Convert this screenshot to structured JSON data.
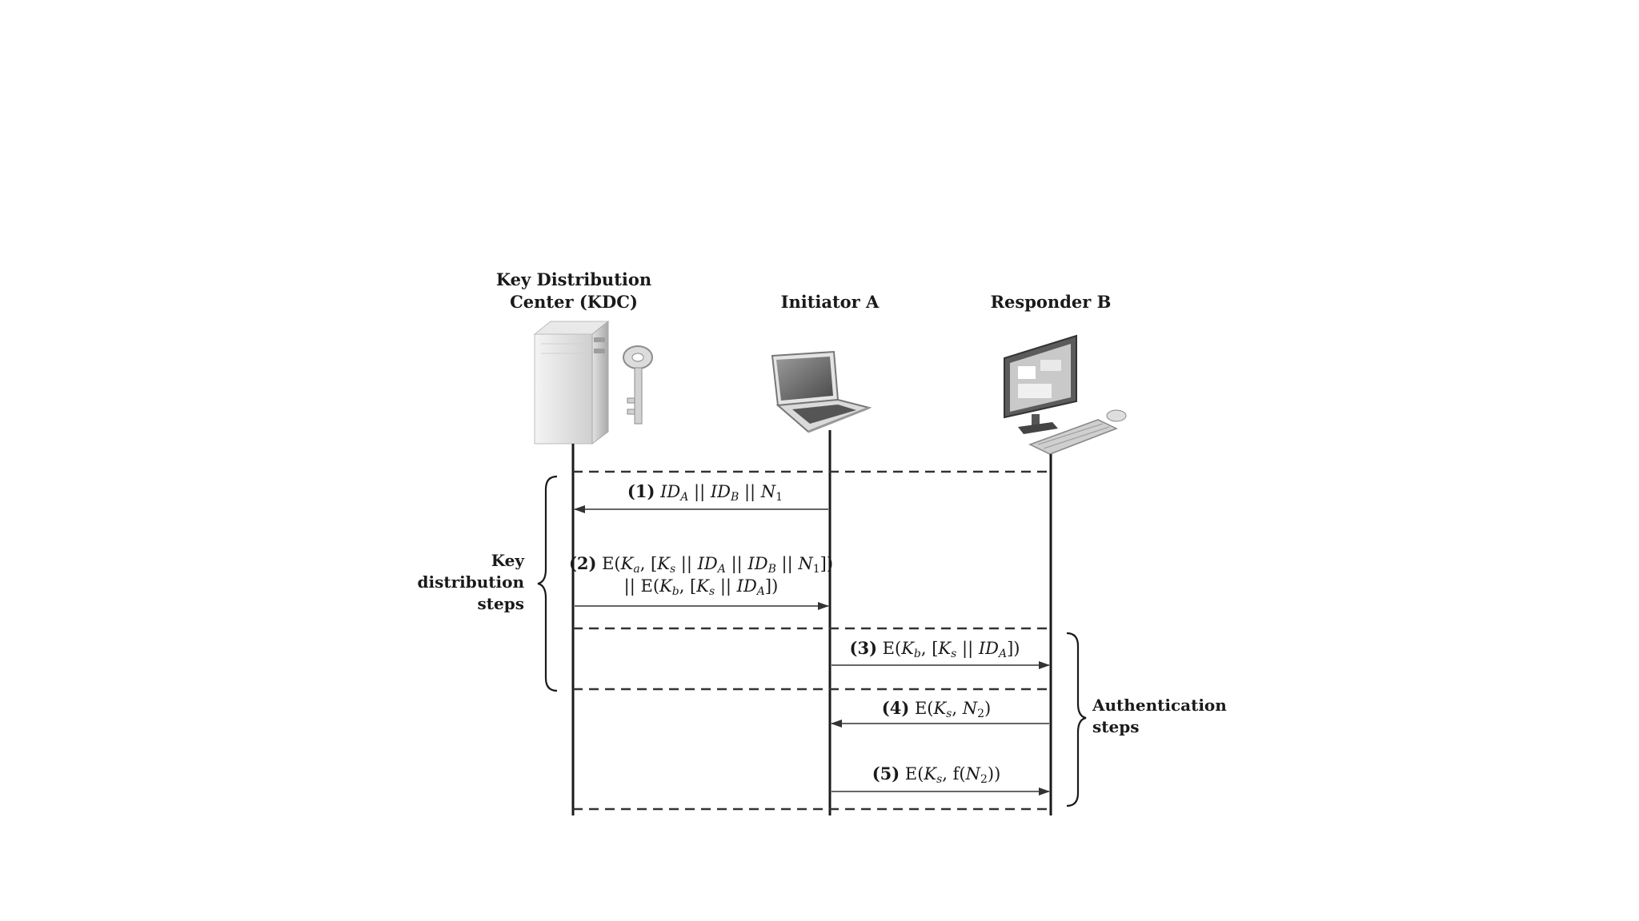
{
  "participants": {
    "kdc": {
      "line1": "Key Distribution",
      "line2": "Center (KDC)",
      "icon": "server-key-icon"
    },
    "initiator": {
      "label": "Initiator A",
      "icon": "laptop-icon"
    },
    "responder": {
      "label": "Responder B",
      "icon": "desktop-computer-icon"
    }
  },
  "messages": {
    "m1": {
      "num": "(1)",
      "text": "ID_A || ID_B || N_1",
      "from": "initiator",
      "to": "kdc"
    },
    "m2": {
      "num": "(2)",
      "line1": "E(K_a, [K_s || ID_A || ID_B || N_1])",
      "line2": "|| E(K_b, [K_s || ID_A])",
      "from": "kdc",
      "to": "initiator"
    },
    "m3": {
      "num": "(3)",
      "text": "E(K_b, [K_s || ID_A])",
      "from": "initiator",
      "to": "responder"
    },
    "m4": {
      "num": "(4)",
      "text": "E(K_s, N_2)",
      "from": "responder",
      "to": "initiator"
    },
    "m5": {
      "num": "(5)",
      "text": "E(K_s, f(N_2))",
      "from": "initiator",
      "to": "responder"
    }
  },
  "groups": {
    "key_distribution": {
      "line1": "Key",
      "line2": "distribution",
      "line3": "steps"
    },
    "authentication": {
      "line1": "Authentication",
      "line2": "steps"
    }
  }
}
